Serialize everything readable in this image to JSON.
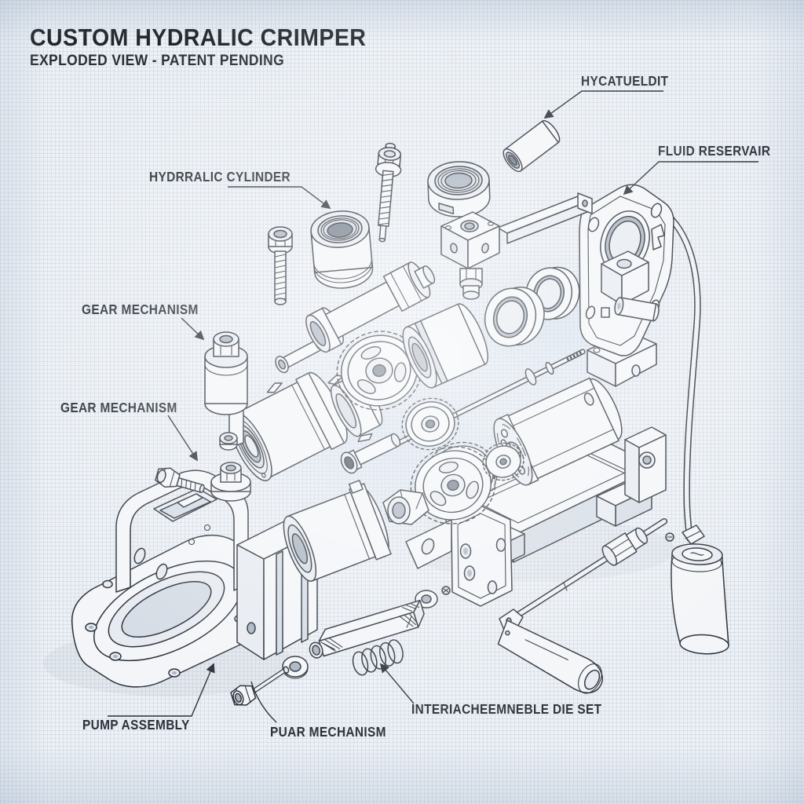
{
  "document": {
    "title": "CUSTOM HYDRALIC CRIMPER",
    "subtitle": "EXPLODED VIEW - PATENT PENDING"
  },
  "labels": {
    "hycatueldit": "HYCATUELDIT",
    "fluid_reservoir": "FLUID RESERVAIR",
    "hydraulic_cylinder": "HYDRRALIC CYLINDER",
    "gear_mechanism_upper": "GEAR MECHANISM",
    "gear_mechanism_lower": "GEAR MECHANISM",
    "pump_assembly": "PUMP ASSEMBLY",
    "puar_mechanism": "PUAR MECHANISM",
    "die_set": "INTERIACHEEMNEBLE DIE SET"
  },
  "parts": [
    "pin-cylinder",
    "fluid-reservoir-plate",
    "reservoir-hose",
    "grip-handle",
    "set-screw",
    "gland-nut-ring",
    "bracket-arm-block",
    "socket-head-bolt",
    "hydraulic-cylinder-body",
    "stepped-bushing",
    "lock-nut",
    "hub-bushing",
    "hex-bolt",
    "bearing-drum",
    "collar-flange",
    "piston-rod",
    "grooved-drum",
    "main-drive-gear",
    "idler-gear",
    "cluster-gear",
    "pinion-gear",
    "cap-screw",
    "drive-shaft",
    "motor-unit",
    "mounting-frame",
    "junction-block",
    "o-ring-bearing",
    "pump-housing",
    "canister-drum",
    "hex-fitting-nut",
    "pump-handle-rod",
    "handle-grip",
    "die-bar",
    "coil-spring",
    "washer",
    "pin-bolt"
  ],
  "colors": {
    "paper": "#edf0f4",
    "grid": "#9fb6cf40",
    "ink": "#2b313a",
    "w": "#f3f5f8",
    "p": "#e7ebf1",
    "s": "#d5dce5",
    "m": "#aab4c1",
    "d": "#717c8a",
    "b": "#454e59"
  }
}
